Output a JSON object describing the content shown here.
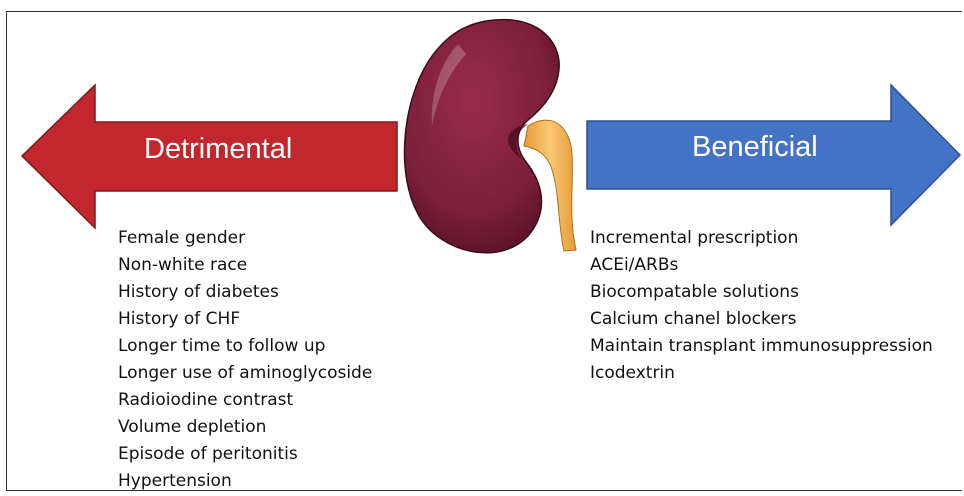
{
  "detrimental": {
    "label": "Detrimental",
    "color": "#c1272d",
    "items": [
      "Female gender",
      "Non-white race",
      "History of diabetes",
      "History of CHF",
      "Longer time to follow up",
      "Longer use of aminoglycoside",
      "Radioiodine contrast",
      "Volume depletion",
      "Episode of peritonitis",
      "Hypertension"
    ]
  },
  "beneficial": {
    "label": "Beneficial",
    "color": "#4472c4",
    "items": [
      "Incremental prescription",
      "ACEi/ARBs",
      "Biocompatable solutions",
      "Calcium chanel blockers",
      "Maintain transplant immunosuppression",
      "Icodextrin"
    ]
  },
  "kidney": {
    "icon": "kidney-icon",
    "body_color": "#7b1f3a",
    "ureter_color": "#f5b85a"
  }
}
